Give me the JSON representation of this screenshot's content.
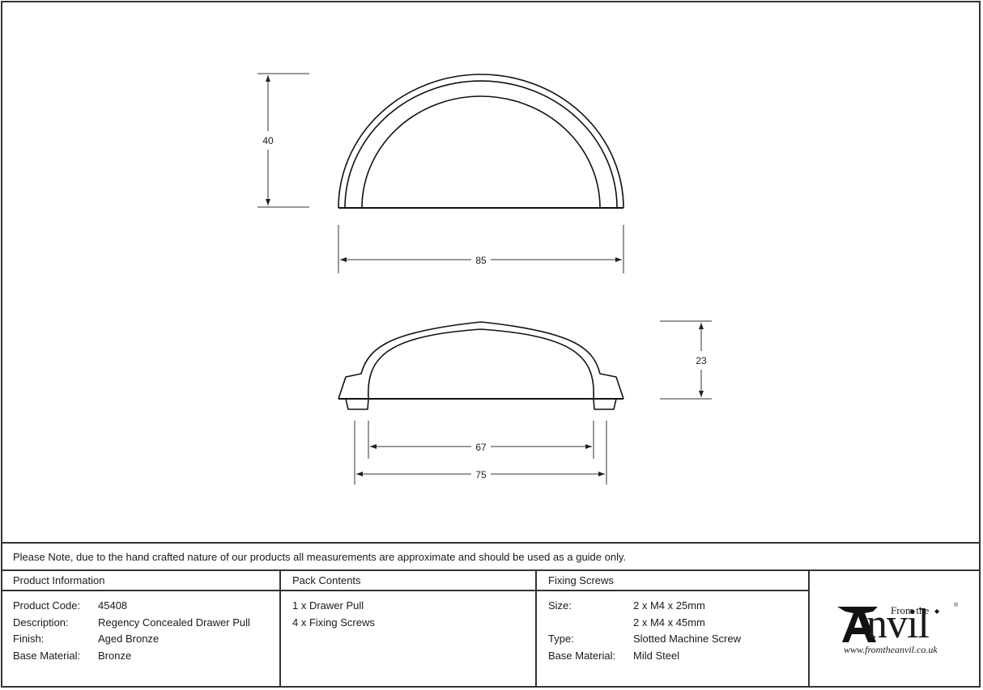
{
  "drawing": {
    "top_view": {
      "height_dim": "40",
      "width_dim": "85"
    },
    "side_view": {
      "height_dim": "23",
      "inner_fixing_dim": "67",
      "outer_dim": "75"
    }
  },
  "note": "Please Note, due to the hand crafted nature of our products all measurements are approximate and should be used as a guide only.",
  "product_information": {
    "title": "Product Information",
    "rows": [
      {
        "label": "Product Code:",
        "value": "45408"
      },
      {
        "label": "Description:",
        "value": "Regency Concealed Drawer Pull"
      },
      {
        "label": "Finish:",
        "value": "Aged Bronze"
      },
      {
        "label": "Base Material:",
        "value": "Bronze"
      }
    ]
  },
  "pack_contents": {
    "title": "Pack Contents",
    "items": [
      "1 x Drawer Pull",
      "4 x Fixing Screws"
    ]
  },
  "fixing_screws": {
    "title": "Fixing Screws",
    "rows": [
      {
        "label": "Size:",
        "value": "2 x M4 x 25mm"
      },
      {
        "label": "",
        "value": "2 x M4 x 45mm"
      },
      {
        "label": "Type:",
        "value": "Slotted Machine Screw"
      },
      {
        "label": "Base Material:",
        "value": "Mild Steel"
      }
    ]
  },
  "logo": {
    "from_the": "From the",
    "brand_tail": "nvil",
    "registered": "®",
    "url": "www.fromtheanvil.co.uk"
  }
}
